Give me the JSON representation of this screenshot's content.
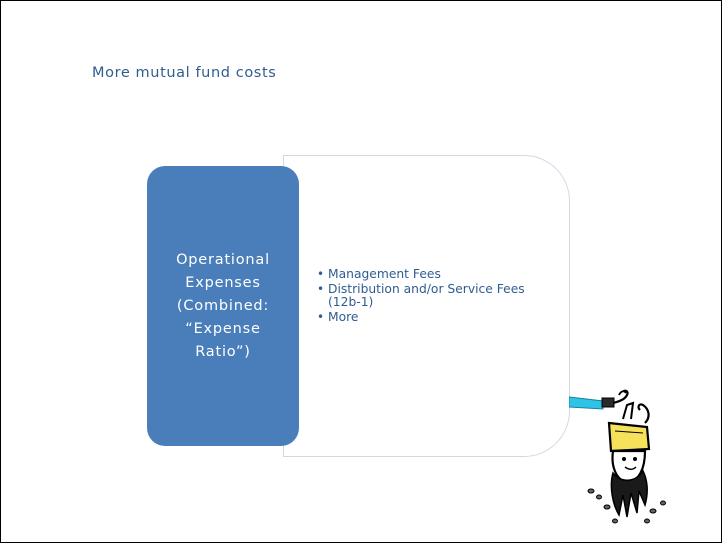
{
  "slide": {
    "title": "More mutual fund costs"
  },
  "label_box": {
    "lines": [
      "Operational",
      "Expenses",
      "(Combined:",
      "“Expense",
      "Ratio”)"
    ]
  },
  "bullets": [
    {
      "text": "Management Fees"
    },
    {
      "text": "Distribution and/or Service Fees (12b-1)"
    },
    {
      "text": "More"
    }
  ],
  "bullet_glyph": "•",
  "colors": {
    "title_text": "#2f5d92",
    "label_fill": "#4a7ebb",
    "content_border": "#cfd9e6",
    "bullet_text": "#2f5d92"
  },
  "icons": {
    "clipart": "upside-down-person-with-flashlight-icon"
  }
}
